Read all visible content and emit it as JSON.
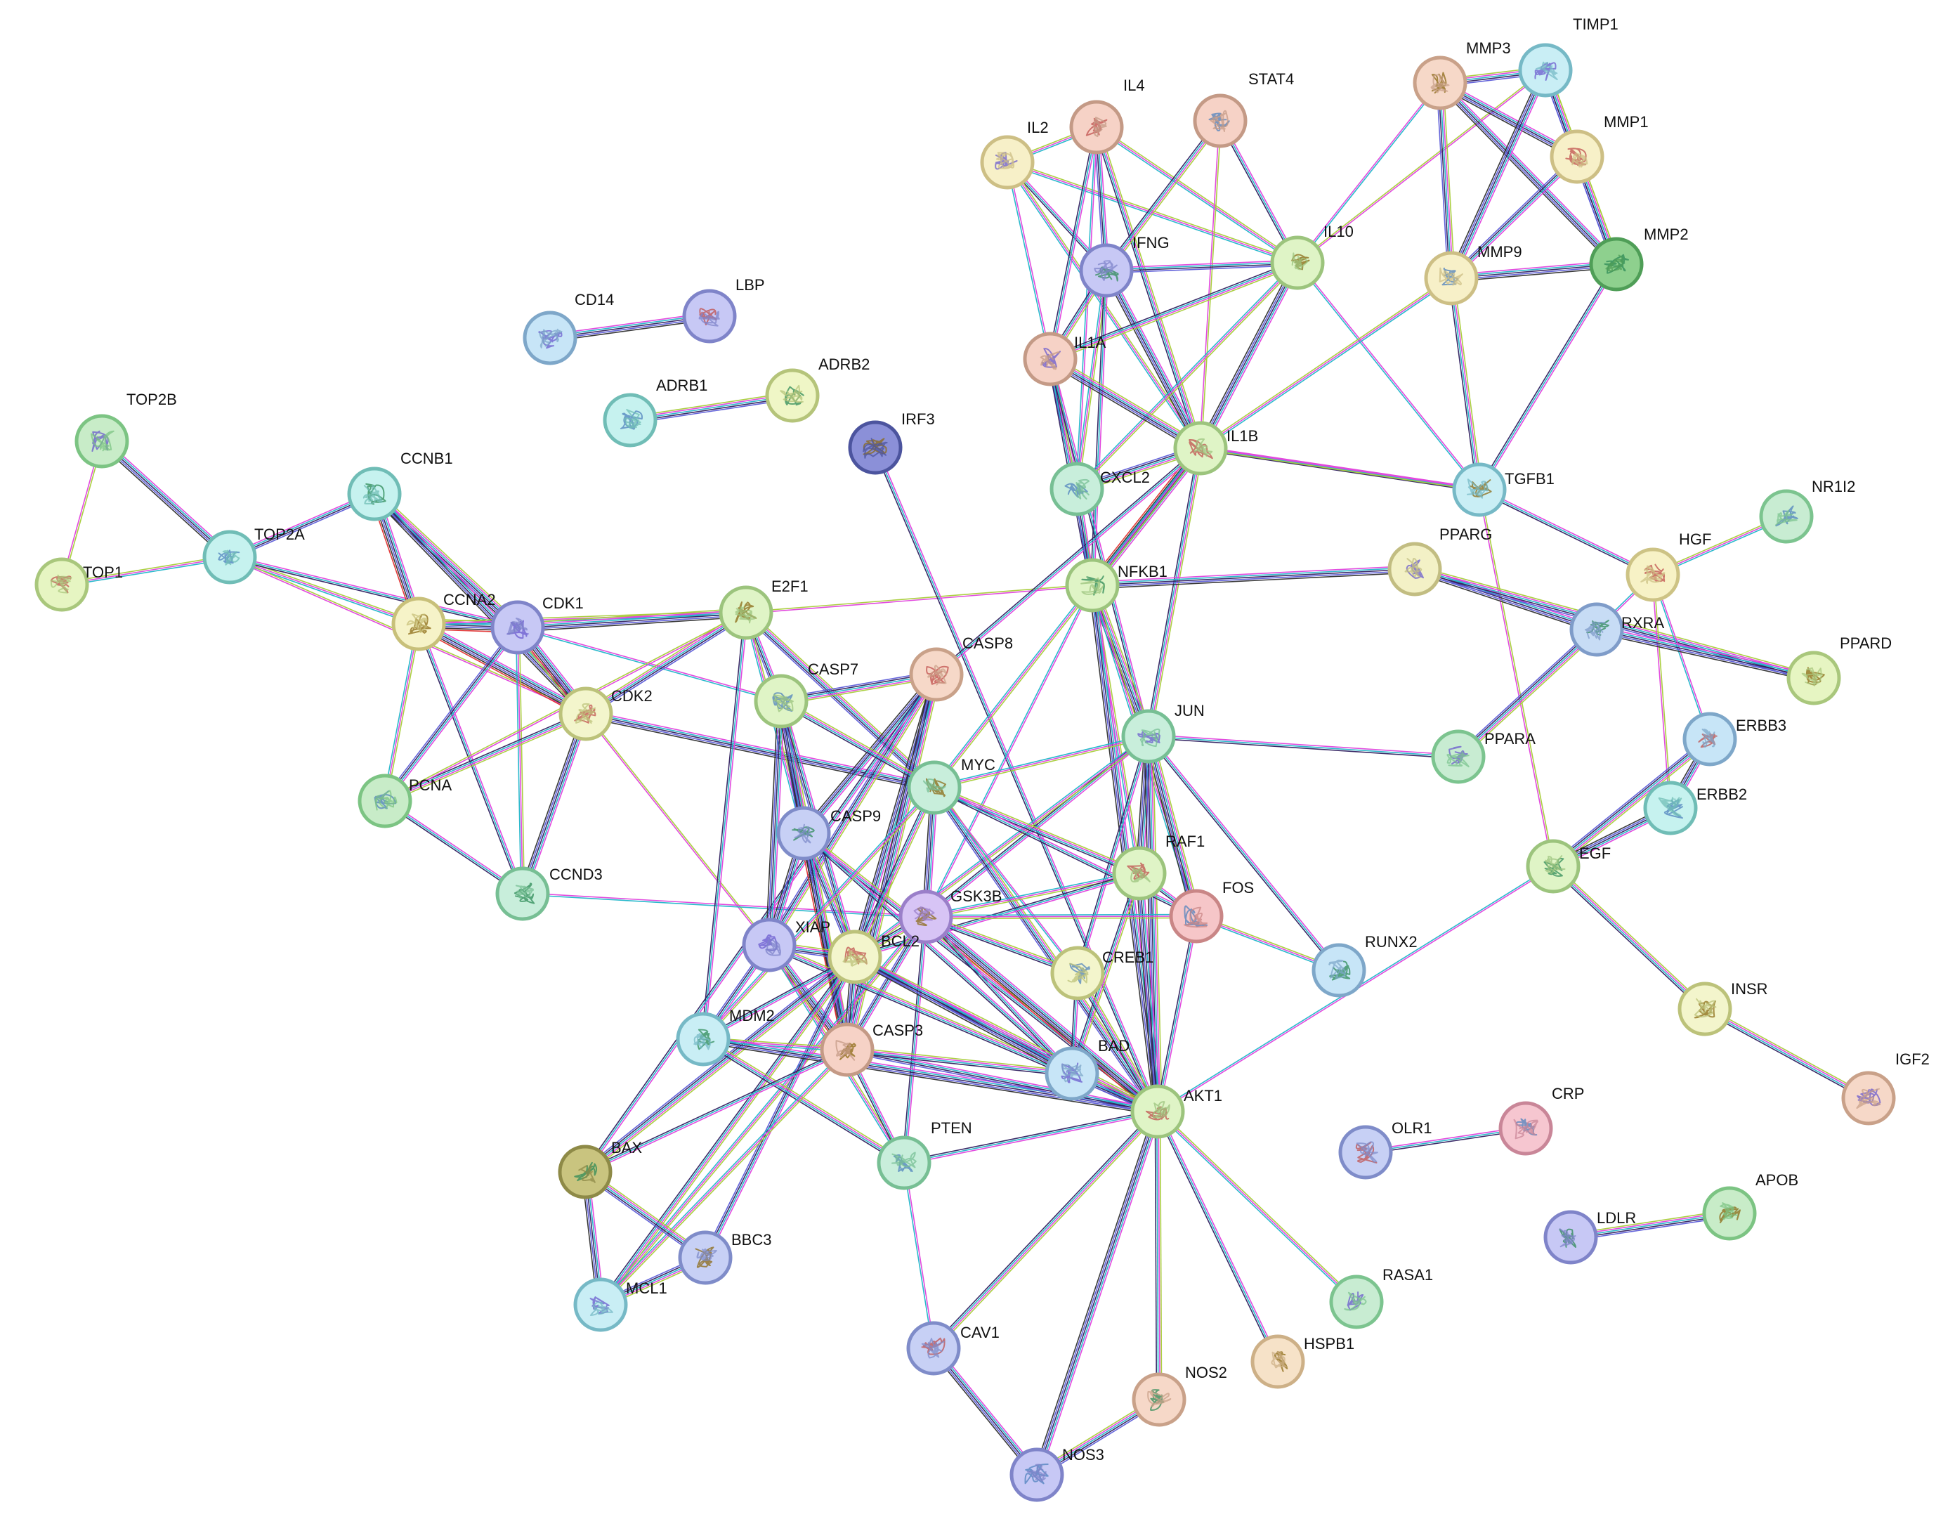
{
  "network": {
    "nodes": [
      {
        "id": "TOP2B",
        "fill": "#c8ecc8",
        "stroke": "#7cc483"
      },
      {
        "id": "TOP1",
        "fill": "#e6f5c2",
        "stroke": "#a9c77c"
      },
      {
        "id": "TOP2A",
        "fill": "#c6f2ef",
        "stroke": "#70bdb6"
      },
      {
        "id": "CCNB1",
        "fill": "#c6f2ef",
        "stroke": "#70bdb6"
      },
      {
        "id": "CCNA2",
        "fill": "#f6f3c8",
        "stroke": "#c8c07a"
      },
      {
        "id": "CDK1",
        "fill": "#c7c8f5",
        "stroke": "#7f84c9"
      },
      {
        "id": "CDK2",
        "fill": "#f3f5cc",
        "stroke": "#bcc27a"
      },
      {
        "id": "PCNA",
        "fill": "#c8ecc8",
        "stroke": "#7cc483"
      },
      {
        "id": "CCND3",
        "fill": "#c8eedb",
        "stroke": "#77bf94"
      },
      {
        "id": "E2F1",
        "fill": "#dff4c6",
        "stroke": "#9cc47d"
      },
      {
        "id": "CD14",
        "fill": "#c7e5f7",
        "stroke": "#7ea7c9"
      },
      {
        "id": "LBP",
        "fill": "#c7c8f5",
        "stroke": "#7f84c9"
      },
      {
        "id": "ADRB1",
        "fill": "#c6f2ef",
        "stroke": "#70bdb6"
      },
      {
        "id": "ADRB2",
        "fill": "#eff6c6",
        "stroke": "#b5c47a"
      },
      {
        "id": "IRF3",
        "fill": "#8b90d8",
        "stroke": "#4c549e"
      },
      {
        "id": "IL2",
        "fill": "#f7f0c8",
        "stroke": "#cdbf85"
      },
      {
        "id": "IL4",
        "fill": "#f6d2c6",
        "stroke": "#c49a86"
      },
      {
        "id": "STAT4",
        "fill": "#f6d2c6",
        "stroke": "#c49a86"
      },
      {
        "id": "IFNG",
        "fill": "#c7c8f5",
        "stroke": "#7f84c9"
      },
      {
        "id": "IL10",
        "fill": "#dff4c6",
        "stroke": "#9cc47d"
      },
      {
        "id": "IL1A",
        "fill": "#f6d2c6",
        "stroke": "#c49a86"
      },
      {
        "id": "IL1B",
        "fill": "#dff4c6",
        "stroke": "#9cc47d"
      },
      {
        "id": "CXCL2",
        "fill": "#c8eedb",
        "stroke": "#77bf94"
      },
      {
        "id": "NFKB1",
        "fill": "#dff4c6",
        "stroke": "#9cc47d"
      },
      {
        "id": "MMP3",
        "fill": "#f6d8c8",
        "stroke": "#c9a189"
      },
      {
        "id": "TIMP1",
        "fill": "#c9eef5",
        "stroke": "#76b9c6"
      },
      {
        "id": "MMP1",
        "fill": "#f7f0c8",
        "stroke": "#cdbf85"
      },
      {
        "id": "MMP9",
        "fill": "#f7f0c8",
        "stroke": "#cdbf85"
      },
      {
        "id": "MMP2",
        "fill": "#8ed08e",
        "stroke": "#4f9e57"
      },
      {
        "id": "TGFB1",
        "fill": "#c9eef5",
        "stroke": "#76b9c6"
      },
      {
        "id": "PPARG",
        "fill": "#f3f1c6",
        "stroke": "#c2bd82"
      },
      {
        "id": "HGF",
        "fill": "#f7f2c6",
        "stroke": "#cdc385"
      },
      {
        "id": "NR1I2",
        "fill": "#c8ecd2",
        "stroke": "#7cc48f"
      },
      {
        "id": "RXRA",
        "fill": "#c7dcf5",
        "stroke": "#7f9cc9"
      },
      {
        "id": "PPARD",
        "fill": "#e6f5c2",
        "stroke": "#a9c77c"
      },
      {
        "id": "PPARA",
        "fill": "#c8ecd2",
        "stroke": "#7cc48f"
      },
      {
        "id": "ERBB3",
        "fill": "#c7e5f7",
        "stroke": "#7ea7c9"
      },
      {
        "id": "ERBB2",
        "fill": "#c6f2ef",
        "stroke": "#70bdb6"
      },
      {
        "id": "EGF",
        "fill": "#dff4c6",
        "stroke": "#9cc47d"
      },
      {
        "id": "INSR",
        "fill": "#f3f5cc",
        "stroke": "#bcc27a"
      },
      {
        "id": "IGF2",
        "fill": "#f6d8c8",
        "stroke": "#c9a189"
      },
      {
        "id": "CASP8",
        "fill": "#f6d8c8",
        "stroke": "#c9a189"
      },
      {
        "id": "CASP7",
        "fill": "#dff4c6",
        "stroke": "#9cc47d"
      },
      {
        "id": "CASP9",
        "fill": "#c7d0f5",
        "stroke": "#7f8cc9"
      },
      {
        "id": "MYC",
        "fill": "#c8eedb",
        "stroke": "#77bf94"
      },
      {
        "id": "JUN",
        "fill": "#c8eedb",
        "stroke": "#77bf94"
      },
      {
        "id": "RAF1",
        "fill": "#dff4c6",
        "stroke": "#9cc47d"
      },
      {
        "id": "FOS",
        "fill": "#f6c6c8",
        "stroke": "#c98686"
      },
      {
        "id": "RUNX2",
        "fill": "#c7e5f7",
        "stroke": "#7ea7c9"
      },
      {
        "id": "GSK3B",
        "fill": "#d7c4f5",
        "stroke": "#9a7fc9"
      },
      {
        "id": "XIAP",
        "fill": "#c7c8f5",
        "stroke": "#7f84c9"
      },
      {
        "id": "BCL2",
        "fill": "#f3f5cc",
        "stroke": "#bcc27a"
      },
      {
        "id": "CREB1",
        "fill": "#f3f5cc",
        "stroke": "#bcc27a"
      },
      {
        "id": "MDM2",
        "fill": "#c9eef5",
        "stroke": "#76b9c6"
      },
      {
        "id": "CASP3",
        "fill": "#f6d2c6",
        "stroke": "#c49a86"
      },
      {
        "id": "BAD",
        "fill": "#c7e5f7",
        "stroke": "#7ea7c9"
      },
      {
        "id": "AKT1",
        "fill": "#dff4c6",
        "stroke": "#9cc47d"
      },
      {
        "id": "PTEN",
        "fill": "#c8eedb",
        "stroke": "#77bf94"
      },
      {
        "id": "BAX",
        "fill": "#c9c47f",
        "stroke": "#8e8a47"
      },
      {
        "id": "BBC3",
        "fill": "#c7d0f5",
        "stroke": "#7f8cc9"
      },
      {
        "id": "MCL1",
        "fill": "#c9eef5",
        "stroke": "#76b9c6"
      },
      {
        "id": "CAV1",
        "fill": "#c7d0f5",
        "stroke": "#7f8cc9"
      },
      {
        "id": "NOS3",
        "fill": "#c7c8f5",
        "stroke": "#7f84c9"
      },
      {
        "id": "NOS2",
        "fill": "#f6d8c8",
        "stroke": "#c9a189"
      },
      {
        "id": "HSPB1",
        "fill": "#f6e2c8",
        "stroke": "#cdb087"
      },
      {
        "id": "RASA1",
        "fill": "#c8ecd2",
        "stroke": "#7cc48f"
      },
      {
        "id": "OLR1",
        "fill": "#c7d0f5",
        "stroke": "#7f8cc9"
      },
      {
        "id": "CRP",
        "fill": "#f6c6d0",
        "stroke": "#c98698"
      },
      {
        "id": "LDLR",
        "fill": "#c7c8f5",
        "stroke": "#7f84c9"
      },
      {
        "id": "APOB",
        "fill": "#c8ecc8",
        "stroke": "#7cc483"
      }
    ],
    "edges": [
      [
        "TOP2B",
        "TOP1",
        "2"
      ],
      [
        "TOP2B",
        "TOP2A",
        "5"
      ],
      [
        "TOP1",
        "TOP2A",
        "3"
      ],
      [
        "TOP2A",
        "CCNB1",
        "4"
      ],
      [
        "TOP2A",
        "CCNA2",
        "3"
      ],
      [
        "TOP2A",
        "CDK1",
        "3"
      ],
      [
        "TOP2A",
        "CDK2",
        "2"
      ],
      [
        "CCNB1",
        "CCNA2",
        "6"
      ],
      [
        "CCNB1",
        "CDK1",
        "6"
      ],
      [
        "CCNB1",
        "CDK2",
        "5"
      ],
      [
        "CCNA2",
        "CDK1",
        "7"
      ],
      [
        "CCNA2",
        "CDK2",
        "6"
      ],
      [
        "CCNA2",
        "PCNA",
        "3"
      ],
      [
        "CCNA2",
        "CCND3",
        "3"
      ],
      [
        "CCNA2",
        "E2F1",
        "3"
      ],
      [
        "CDK1",
        "CDK2",
        "7"
      ],
      [
        "CDK1",
        "E2F1",
        "6"
      ],
      [
        "CDK1",
        "PCNA",
        "4"
      ],
      [
        "CDK1",
        "CCND3",
        "3"
      ],
      [
        "CDK1",
        "CASP7",
        "2"
      ],
      [
        "CDK2",
        "PCNA",
        "4"
      ],
      [
        "CDK2",
        "CCND3",
        "5"
      ],
      [
        "CDK2",
        "E2F1",
        "5"
      ],
      [
        "CDK2",
        "MYC",
        "5"
      ],
      [
        "CDK2",
        "XIAP",
        "2"
      ],
      [
        "PCNA",
        "CCND3",
        "3"
      ],
      [
        "PCNA",
        "E2F1",
        "2"
      ],
      [
        "CCND3",
        "GSK3B",
        "2"
      ],
      [
        "E2F1",
        "NFKB1",
        "2"
      ],
      [
        "E2F1",
        "CASP7",
        "4"
      ],
      [
        "E2F1",
        "MYC",
        "5"
      ],
      [
        "E2F1",
        "MDM2",
        "3"
      ],
      [
        "E2F1",
        "CASP9",
        "3"
      ],
      [
        "CD14",
        "LBP",
        "5"
      ],
      [
        "ADRB1",
        "ADRB2",
        "5"
      ],
      [
        "IRF3",
        "AKT1",
        "3"
      ],
      [
        "IL2",
        "IL4",
        "3"
      ],
      [
        "IL2",
        "IFNG",
        "3"
      ],
      [
        "IL2",
        "IL10",
        "3"
      ],
      [
        "IL2",
        "IL1A",
        "2"
      ],
      [
        "IL2",
        "IL1B",
        "3"
      ],
      [
        "IL4",
        "IFNG",
        "4"
      ],
      [
        "IL4",
        "IL10",
        "3"
      ],
      [
        "IL4",
        "IL1A",
        "3"
      ],
      [
        "IL4",
        "IL1B",
        "4"
      ],
      [
        "IL4",
        "CXCL2",
        "2"
      ],
      [
        "STAT4",
        "IFNG",
        "4"
      ],
      [
        "STAT4",
        "IL10",
        "3"
      ],
      [
        "STAT4",
        "IL1B",
        "2"
      ],
      [
        "IFNG",
        "IL10",
        "4"
      ],
      [
        "IFNG",
        "IL1A",
        "4"
      ],
      [
        "IFNG",
        "IL1B",
        "5"
      ],
      [
        "IFNG",
        "CXCL2",
        "3"
      ],
      [
        "IFNG",
        "NFKB1",
        "3"
      ],
      [
        "IL10",
        "IL1A",
        "4"
      ],
      [
        "IL10",
        "IL1B",
        "5"
      ],
      [
        "IL10",
        "CXCL2",
        "3"
      ],
      [
        "IL10",
        "TGFB1",
        "2"
      ],
      [
        "IL10",
        "TIMP1",
        "2"
      ],
      [
        "IL10",
        "MMP3",
        "2"
      ],
      [
        "IL1A",
        "IL1B",
        "6"
      ],
      [
        "IL1A",
        "CXCL2",
        "4"
      ],
      [
        "IL1A",
        "NFKB1",
        "4"
      ],
      [
        "IL1A",
        "JUN",
        "3"
      ],
      [
        "IL1B",
        "CXCL2",
        "5"
      ],
      [
        "IL1B",
        "NFKB1",
        "6"
      ],
      [
        "IL1B",
        "JUN",
        "4"
      ],
      [
        "IL1B",
        "TGFB1",
        "3"
      ],
      [
        "IL1B",
        "MMP9",
        "3"
      ],
      [
        "IL1B",
        "CASP8",
        "3"
      ],
      [
        "IL1B",
        "MYC",
        "3"
      ],
      [
        "CXCL2",
        "NFKB1",
        "4"
      ],
      [
        "NFKB1",
        "JUN",
        "6"
      ],
      [
        "NFKB1",
        "PPARG",
        "5"
      ],
      [
        "NFKB1",
        "RAF1",
        "3"
      ],
      [
        "NFKB1",
        "AKT1",
        "5"
      ],
      [
        "NFKB1",
        "FOS",
        "3"
      ],
      [
        "NFKB1",
        "GSK3B",
        "2"
      ],
      [
        "MMP3",
        "TIMP1",
        "5"
      ],
      [
        "MMP3",
        "MMP1",
        "5"
      ],
      [
        "MMP3",
        "MMP9",
        "5"
      ],
      [
        "MMP3",
        "MMP2",
        "5"
      ],
      [
        "TIMP1",
        "MMP1",
        "5"
      ],
      [
        "TIMP1",
        "MMP9",
        "5"
      ],
      [
        "TIMP1",
        "MMP2",
        "5"
      ],
      [
        "MMP1",
        "MMP9",
        "4"
      ],
      [
        "MMP1",
        "MMP2",
        "5"
      ],
      [
        "MMP9",
        "MMP2",
        "5"
      ],
      [
        "MMP9",
        "TGFB1",
        "4"
      ],
      [
        "MMP2",
        "TGFB1",
        "3"
      ],
      [
        "TGFB1",
        "IL1B",
        "2"
      ],
      [
        "TGFB1",
        "HGF",
        "3"
      ],
      [
        "TGFB1",
        "EGF",
        "2"
      ],
      [
        "PPARG",
        "RXRA",
        "5"
      ],
      [
        "PPARG",
        "PPARD",
        "5"
      ],
      [
        "HGF",
        "RXRA",
        "2"
      ],
      [
        "HGF",
        "NR1I2",
        "3"
      ],
      [
        "HGF",
        "ERBB3",
        "2"
      ],
      [
        "HGF",
        "ERBB2",
        "2"
      ],
      [
        "RXRA",
        "PPARD",
        "5"
      ],
      [
        "RXRA",
        "PPARA",
        "5"
      ],
      [
        "ERBB3",
        "ERBB2",
        "5"
      ],
      [
        "ERBB3",
        "EGF",
        "5"
      ],
      [
        "ERBB2",
        "EGF",
        "5"
      ],
      [
        "EGF",
        "INSR",
        "4"
      ],
      [
        "EGF",
        "AKT1",
        "2"
      ],
      [
        "INSR",
        "IGF2",
        "4"
      ],
      [
        "JUN",
        "PPARA",
        "3"
      ],
      [
        "JUN",
        "MYC",
        "3"
      ],
      [
        "JUN",
        "RAF1",
        "5"
      ],
      [
        "JUN",
        "FOS",
        "6"
      ],
      [
        "JUN",
        "RUNX2",
        "3"
      ],
      [
        "JUN",
        "AKT1",
        "6"
      ],
      [
        "JUN",
        "GSK3B",
        "3"
      ],
      [
        "JUN",
        "BCL2",
        "3"
      ],
      [
        "JUN",
        "CREB1",
        "3"
      ],
      [
        "CASP8",
        "CASP7",
        "5"
      ],
      [
        "CASP8",
        "CASP9",
        "5"
      ],
      [
        "CASP8",
        "XIAP",
        "5"
      ],
      [
        "CASP8",
        "BCL2",
        "5"
      ],
      [
        "CASP8",
        "CASP3",
        "6"
      ],
      [
        "CASP8",
        "BAX",
        "3"
      ],
      [
        "CASP7",
        "CASP9",
        "5"
      ],
      [
        "CASP7",
        "XIAP",
        "5"
      ],
      [
        "CASP7",
        "CASP3",
        "6"
      ],
      [
        "CASP7",
        "BCL2",
        "4"
      ],
      [
        "CASP7",
        "MYC",
        "4"
      ],
      [
        "CASP9",
        "XIAP",
        "5"
      ],
      [
        "CASP9",
        "BCL2",
        "5"
      ],
      [
        "CASP9",
        "CASP3",
        "6"
      ],
      [
        "CASP9",
        "AKT1",
        "4"
      ],
      [
        "CASP9",
        "BAD",
        "3"
      ],
      [
        "MYC",
        "RAF1",
        "4"
      ],
      [
        "MYC",
        "GSK3B",
        "5"
      ],
      [
        "MYC",
        "AKT1",
        "5"
      ],
      [
        "MYC",
        "FOS",
        "3"
      ],
      [
        "MYC",
        "BCL2",
        "4"
      ],
      [
        "MYC",
        "CREB1",
        "2"
      ],
      [
        "MYC",
        "MDM2",
        "3"
      ],
      [
        "RAF1",
        "FOS",
        "3"
      ],
      [
        "RAF1",
        "GSK3B",
        "3"
      ],
      [
        "RAF1",
        "AKT1",
        "5"
      ],
      [
        "RAF1",
        "BAD",
        "4"
      ],
      [
        "RAF1",
        "BCL2",
        "3"
      ],
      [
        "FOS",
        "RUNX2",
        "3"
      ],
      [
        "FOS",
        "AKT1",
        "3"
      ],
      [
        "FOS",
        "GSK3B",
        "3"
      ],
      [
        "GSK3B",
        "AKT1",
        "6"
      ],
      [
        "GSK3B",
        "BCL2",
        "4"
      ],
      [
        "GSK3B",
        "CASP3",
        "4"
      ],
      [
        "GSK3B",
        "CREB1",
        "4"
      ],
      [
        "GSK3B",
        "BAD",
        "3"
      ],
      [
        "GSK3B",
        "MCL1",
        "3"
      ],
      [
        "GSK3B",
        "PTEN",
        "3"
      ],
      [
        "XIAP",
        "BCL2",
        "5"
      ],
      [
        "XIAP",
        "CASP3",
        "6"
      ],
      [
        "XIAP",
        "AKT1",
        "4"
      ],
      [
        "XIAP",
        "MDM2",
        "4"
      ],
      [
        "XIAP",
        "PTEN",
        "3"
      ],
      [
        "BCL2",
        "CASP3",
        "5"
      ],
      [
        "BCL2",
        "AKT1",
        "5"
      ],
      [
        "BCL2",
        "BAD",
        "5"
      ],
      [
        "BCL2",
        "BAX",
        "5"
      ],
      [
        "BCL2",
        "BBC3",
        "4"
      ],
      [
        "BCL2",
        "MCL1",
        "4"
      ],
      [
        "BCL2",
        "MDM2",
        "3"
      ],
      [
        "CREB1",
        "AKT1",
        "4"
      ],
      [
        "CREB1",
        "BAD",
        "3"
      ],
      [
        "MDM2",
        "CASP3",
        "3"
      ],
      [
        "MDM2",
        "AKT1",
        "5"
      ],
      [
        "MDM2",
        "PTEN",
        "4"
      ],
      [
        "CASP3",
        "AKT1",
        "4"
      ],
      [
        "CASP3",
        "BAD",
        "4"
      ],
      [
        "CASP3",
        "PTEN",
        "3"
      ],
      [
        "CASP3",
        "MCL1",
        "3"
      ],
      [
        "CASP3",
        "BAX",
        "3"
      ],
      [
        "BAD",
        "AKT1",
        "5"
      ],
      [
        "AKT1",
        "PTEN",
        "3"
      ],
      [
        "AKT1",
        "CAV1",
        "4"
      ],
      [
        "AKT1",
        "NOS3",
        "5"
      ],
      [
        "AKT1",
        "NOS2",
        "4"
      ],
      [
        "AKT1",
        "HSPB1",
        "3"
      ],
      [
        "AKT1",
        "RASA1",
        "3"
      ],
      [
        "PTEN",
        "CAV1",
        "2"
      ],
      [
        "BAX",
        "BBC3",
        "5"
      ],
      [
        "BAX",
        "MCL1",
        "5"
      ],
      [
        "BBC3",
        "MCL1",
        "5"
      ],
      [
        "CAV1",
        "NOS3",
        "5"
      ],
      [
        "NOS3",
        "NOS2",
        "5"
      ],
      [
        "OLR1",
        "CRP",
        "3"
      ],
      [
        "LDLR",
        "APOB",
        "5"
      ]
    ],
    "channel_colors": [
      "#a6cc37",
      "#e040dc",
      "#1fb5c9",
      "#302060",
      "#5b5bd8",
      "#2e2e2e",
      "#e23030"
    ]
  }
}
